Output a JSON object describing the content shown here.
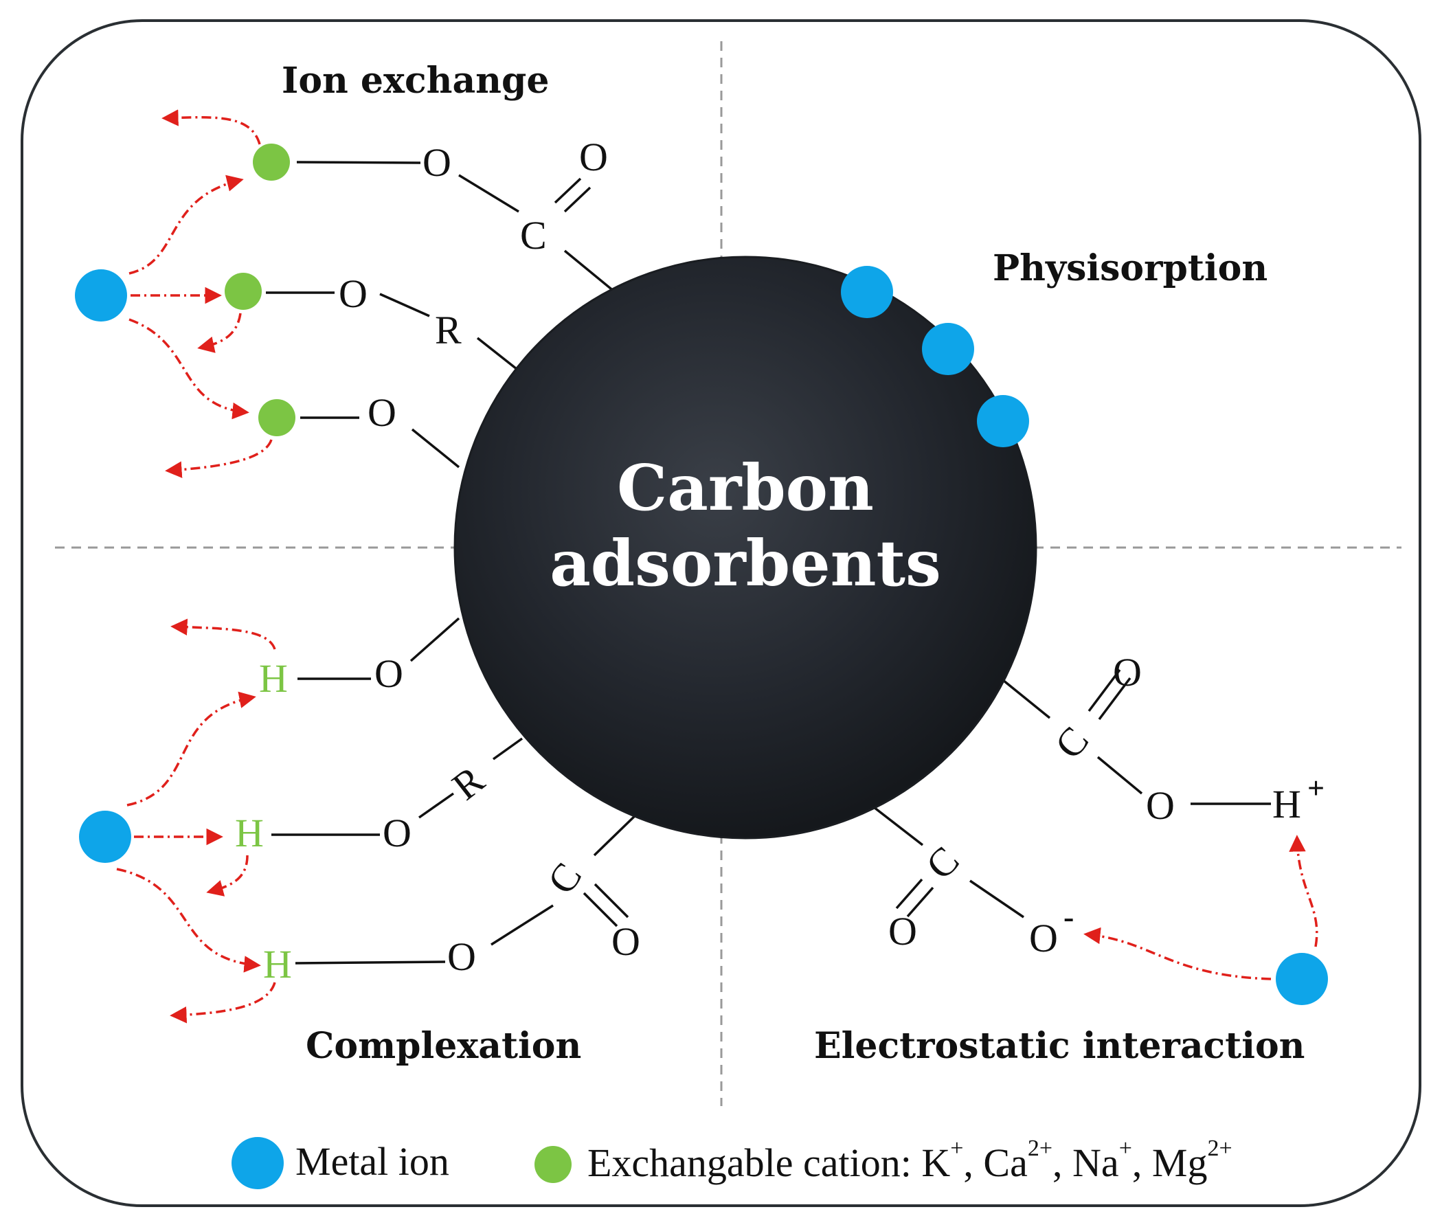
{
  "titles": {
    "ion_exchange": "Ion exchange",
    "physisorption": "Physisorption",
    "complexation": "Complexation",
    "electrostatic": "Electrostatic interaction"
  },
  "center": {
    "line1": "Carbon",
    "line2": "adsorbents"
  },
  "atoms": {
    "O": "O",
    "C": "C",
    "R": "R",
    "H": "H",
    "plus": "+",
    "minus": "-"
  },
  "legend": {
    "metal_ion": "Metal ion",
    "exchangeable_cation": "Exchangable cation: K",
    "k_charge": "+",
    "ca": ", Ca",
    "ca_charge": "2+",
    "na": ", Na",
    "na_charge": "+",
    "mg": ", Mg",
    "mg_charge": "2+"
  },
  "colors": {
    "metal_ion": "#0ea5e9",
    "exchangeable_cation": "#7cc544",
    "hydrogen": "#7cc544",
    "arrow": "#e0201b",
    "carbon_sphere": "#23272e",
    "frame": "#2a2f33"
  }
}
